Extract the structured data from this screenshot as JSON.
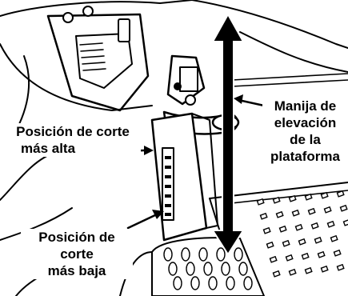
{
  "labels": {
    "handle": {
      "lines": [
        "Manija de",
        "elevación",
        "de la",
        "plataforma"
      ]
    },
    "highest": {
      "lines": [
        "Posición de corte",
        "más alta"
      ]
    },
    "lowest": {
      "lines": [
        "Posición de",
        "corte",
        "más baja"
      ]
    }
  },
  "colors": {
    "ink": "#000000",
    "paper": "#ffffff"
  },
  "icons": {
    "updown": "double-headed-arrow-icon",
    "pointer": "callout-leader-arrow"
  }
}
